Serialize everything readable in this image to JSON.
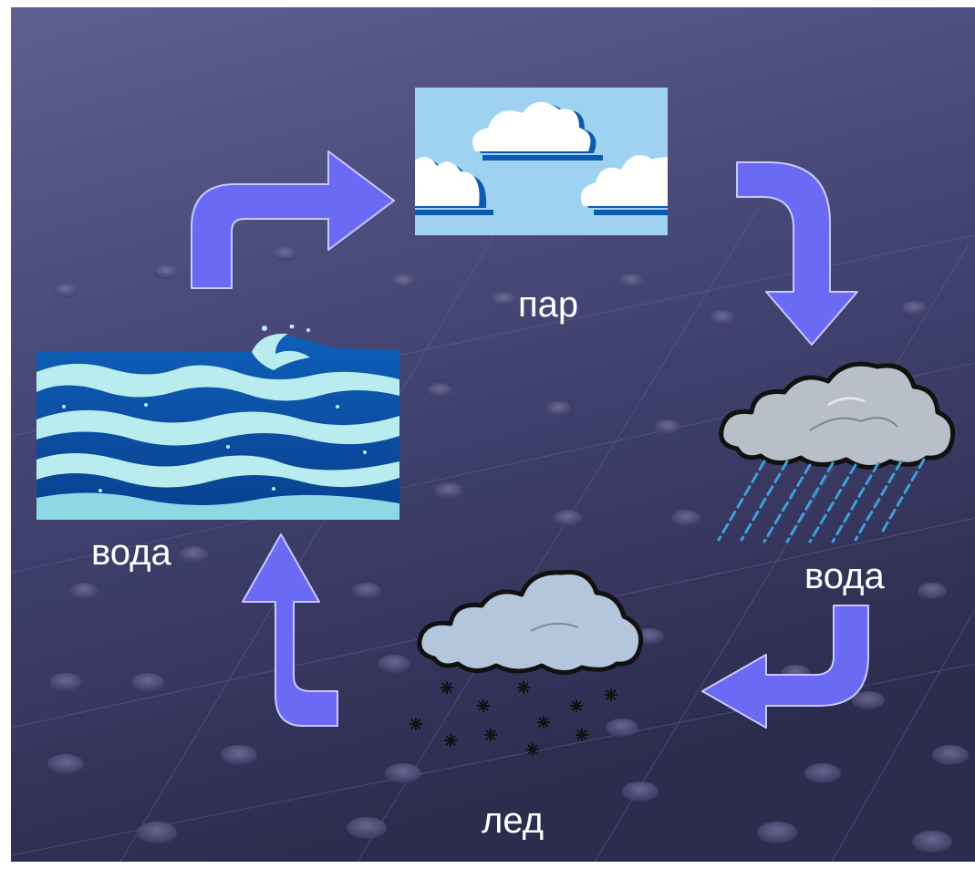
{
  "diagram": {
    "labels": {
      "steam": "пар",
      "water_left": "вода",
      "water_right": "вода",
      "ice": "лед"
    },
    "colors": {
      "background_top": "#5b5b8c",
      "background_bottom": "#2f2f52",
      "arrow_fill": "#6a6af4",
      "arrow_stroke": "#c9c9ff",
      "sky": "#9fd2f1",
      "ocean_dark": "#0b4fa8",
      "ocean_light": "#b8ecef",
      "cloud_gray": "#b9bfc9",
      "ice_cloud": "#b4c6dc",
      "rain": "#3f9fd8",
      "label_text": "#ffffff"
    },
    "icons": {
      "steam": "clouds-sky-icon",
      "water_left": "ocean-waves-icon",
      "water_right": "rain-cloud-icon",
      "ice": "snow-cloud-icon"
    }
  }
}
